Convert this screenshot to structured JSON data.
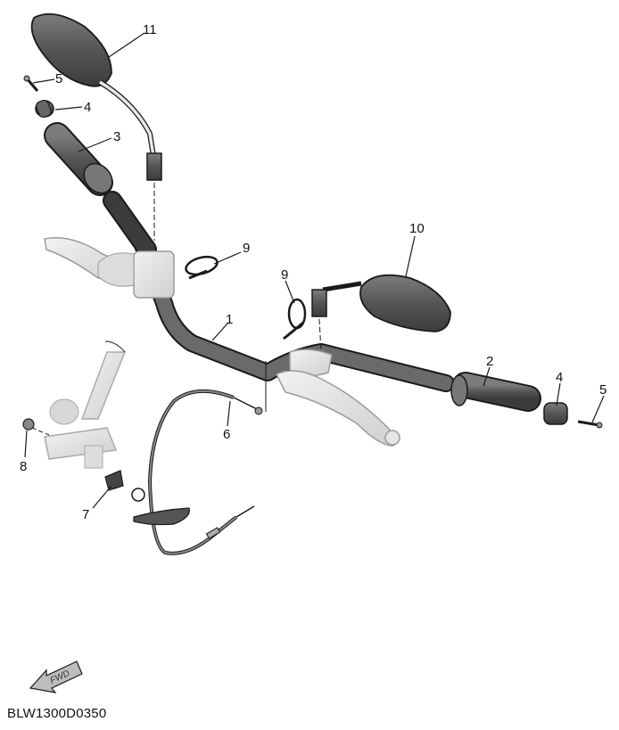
{
  "diagram_code": "BLW1300D0350",
  "fwd_text": "FWD",
  "callouts": {
    "c1": "1",
    "c2": "2",
    "c3": "3",
    "c4a": "4",
    "c4b": "4",
    "c5a": "5",
    "c5b": "5",
    "c6": "6",
    "c7": "7",
    "c8": "8",
    "c9a": "9",
    "c9b": "9",
    "c10": "10",
    "c11": "11"
  },
  "colors": {
    "line": "#1a1a1a",
    "dark_part": "#5a5a5a",
    "light_part": "#e4e4e4",
    "mid_part": "#8a8a8a"
  }
}
